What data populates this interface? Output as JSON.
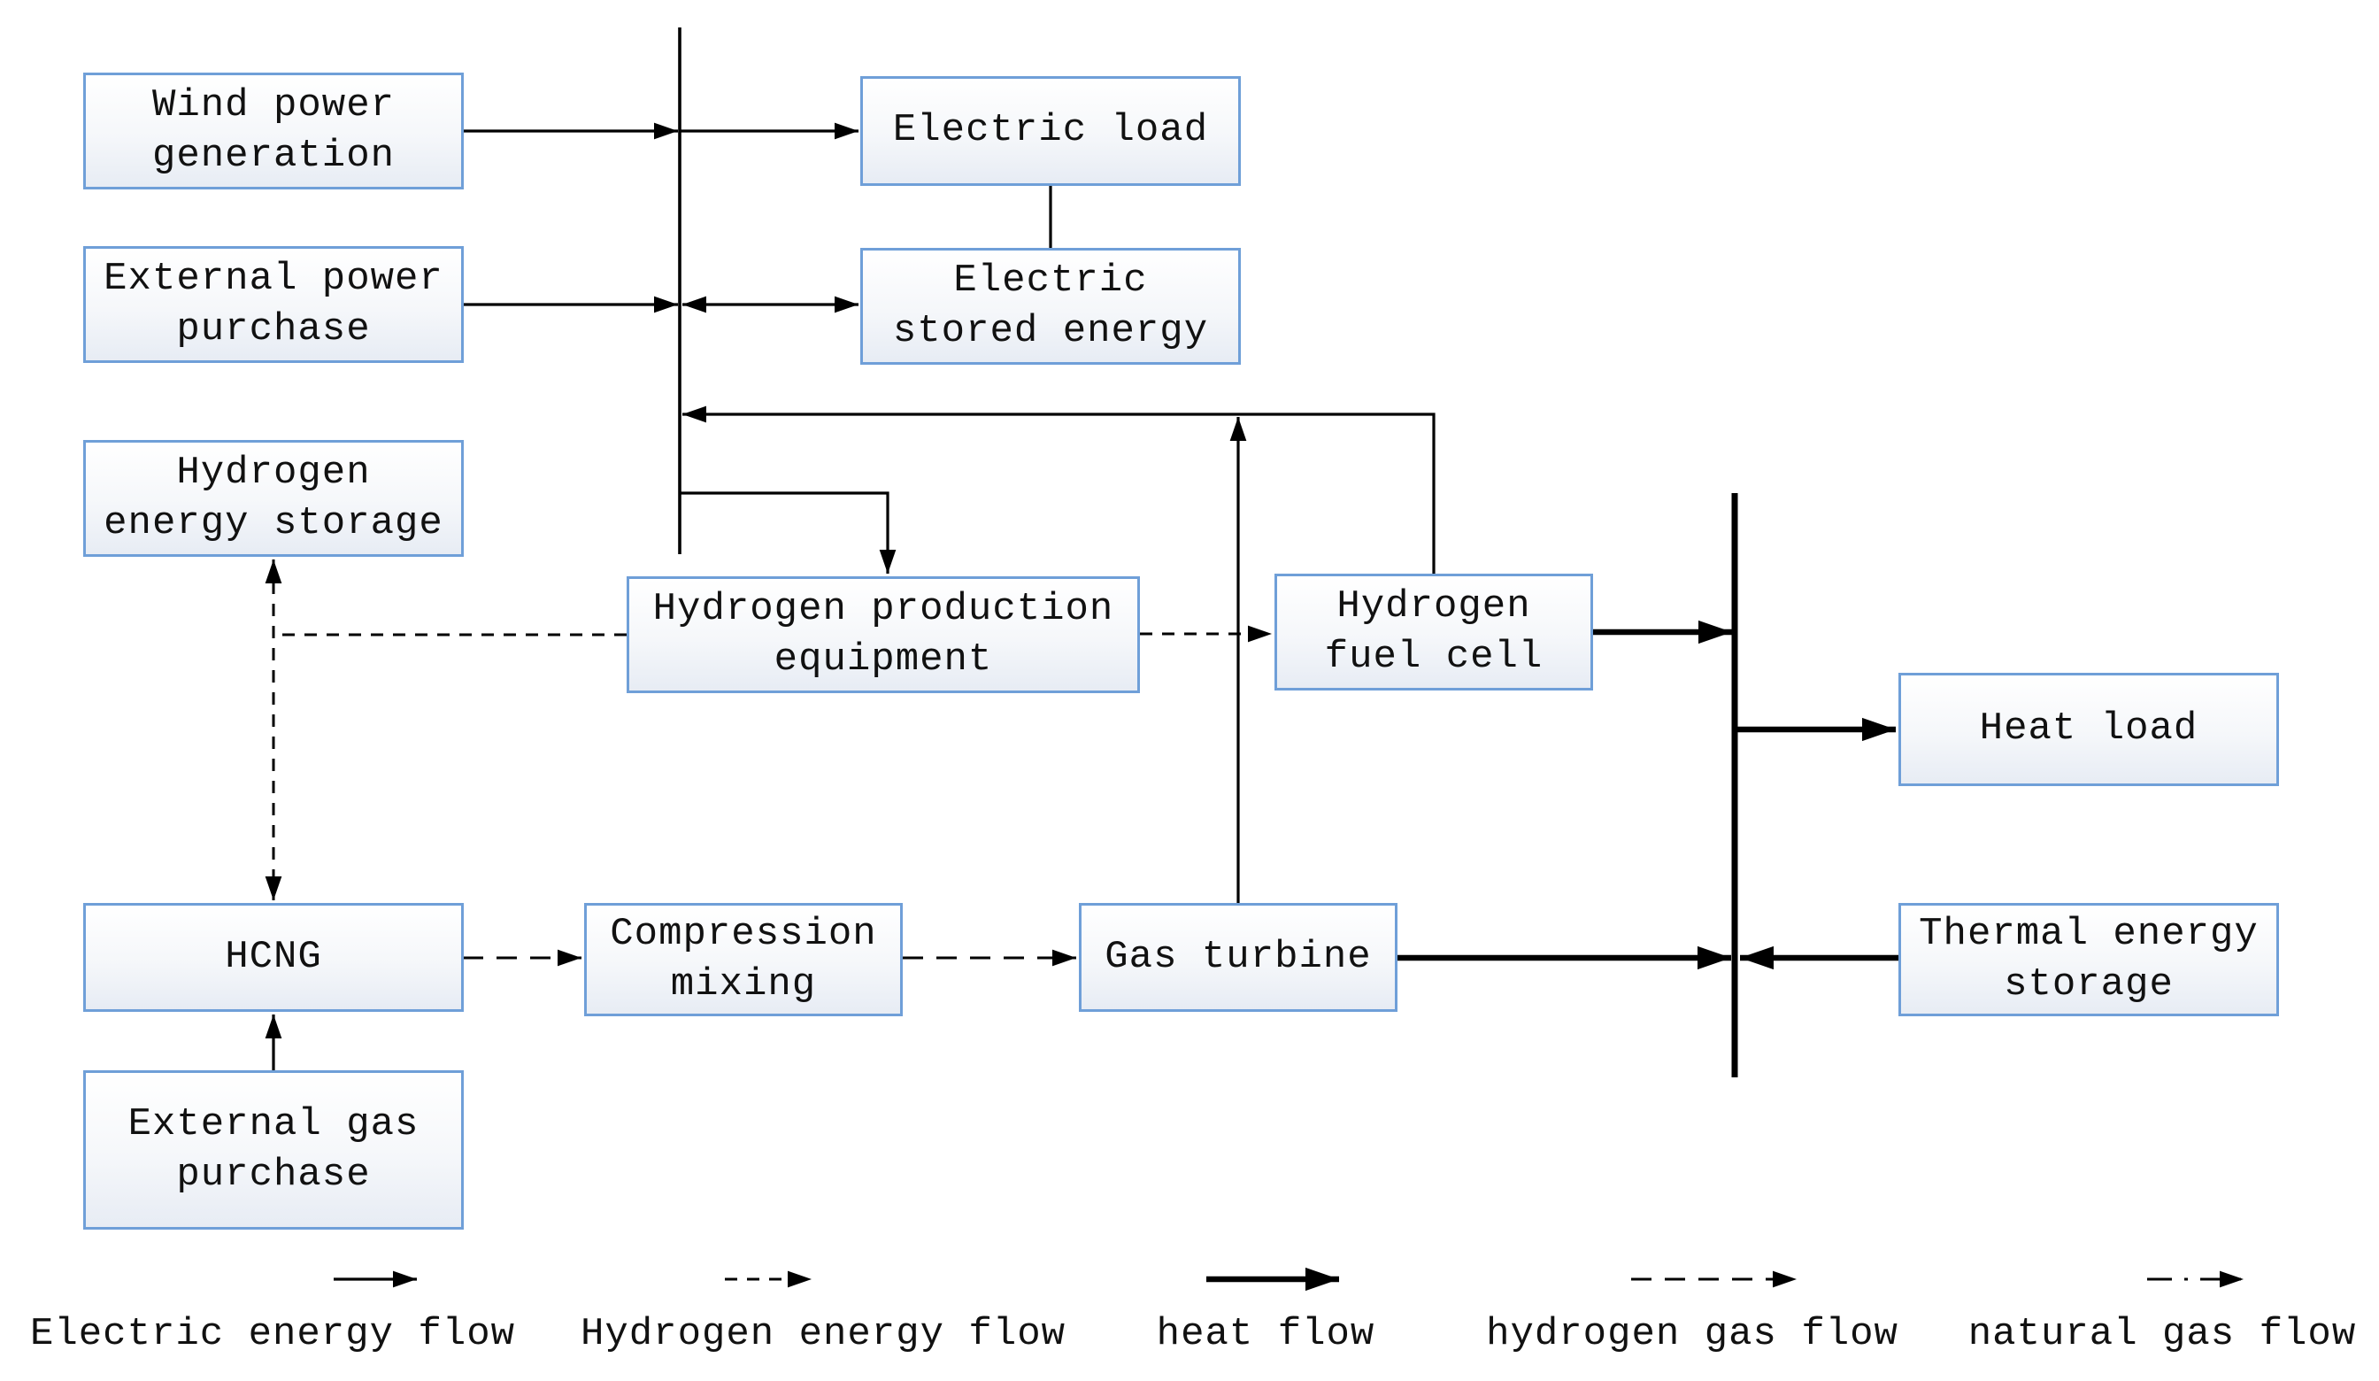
{
  "nodes": {
    "wind": {
      "label": "Wind power\ngeneration"
    },
    "external_power": {
      "label": "External power\npurchase"
    },
    "hydrogen_storage": {
      "label": "Hydrogen\nenergy storage"
    },
    "electric_load": {
      "label": "Electric load"
    },
    "electric_stored": {
      "label": "Electric\nstored energy"
    },
    "hydrogen_production": {
      "label": "Hydrogen production\nequipment"
    },
    "fuel_cell": {
      "label": "Hydrogen\nfuel cell"
    },
    "heat_load": {
      "label": "Heat load"
    },
    "hcng": {
      "label": "HCNG"
    },
    "compression": {
      "label": "Compression\nmixing"
    },
    "gas_turbine": {
      "label": "Gas turbine"
    },
    "thermal_storage": {
      "label": "Thermal energy\nstorage"
    },
    "external_gas": {
      "label": "External gas\npurchase"
    }
  },
  "legend": {
    "items": [
      {
        "label": "Electric energy flow",
        "flow": "electric"
      },
      {
        "label": "Hydrogen energy flow",
        "flow": "hydrogen-energy"
      },
      {
        "label": "heat flow",
        "flow": "heat"
      },
      {
        "label": "hydrogen gas flow",
        "flow": "hydrogen-gas"
      },
      {
        "label": "natural gas flow",
        "flow": "natural-gas"
      }
    ]
  },
  "edges": [
    {
      "from": "wind",
      "to": "electric-bus",
      "type": "electric"
    },
    {
      "from": "electric-bus",
      "to": "electric_load",
      "type": "electric"
    },
    {
      "from": "external_power",
      "to": "electric-bus",
      "type": "electric"
    },
    {
      "from": "electric-bus",
      "to": "electric_stored",
      "type": "electric-bidirectional"
    },
    {
      "from": "electric_load",
      "to": "electric_stored",
      "type": "connector"
    },
    {
      "from": "fuel_cell",
      "to": "electric-bus",
      "type": "electric"
    },
    {
      "from": "gas_turbine",
      "to": "electric-bus",
      "type": "electric"
    },
    {
      "from": "electric-bus",
      "to": "hydrogen_production",
      "type": "electric"
    },
    {
      "from": "hydrogen_production",
      "to": "hydrogen_storage",
      "type": "hydrogen-energy"
    },
    {
      "from": "hydrogen_production",
      "to": "hcng",
      "type": "hydrogen-energy"
    },
    {
      "from": "hydrogen_production",
      "to": "fuel_cell",
      "type": "hydrogen-energy"
    },
    {
      "from": "fuel_cell",
      "to": "heat-bus",
      "type": "heat"
    },
    {
      "from": "heat-bus",
      "to": "heat_load",
      "type": "heat"
    },
    {
      "from": "gas_turbine",
      "to": "heat-bus",
      "type": "heat"
    },
    {
      "from": "thermal_storage",
      "to": "heat-bus",
      "type": "heat"
    },
    {
      "from": "hcng",
      "to": "compression",
      "type": "hydrogen-gas"
    },
    {
      "from": "compression",
      "to": "gas_turbine",
      "type": "hydrogen-gas"
    },
    {
      "from": "external_gas",
      "to": "hcng",
      "type": "natural-gas"
    }
  ],
  "colors": {
    "box_border": "#6f9fd8",
    "line": "#000000",
    "background": "#ffffff"
  }
}
